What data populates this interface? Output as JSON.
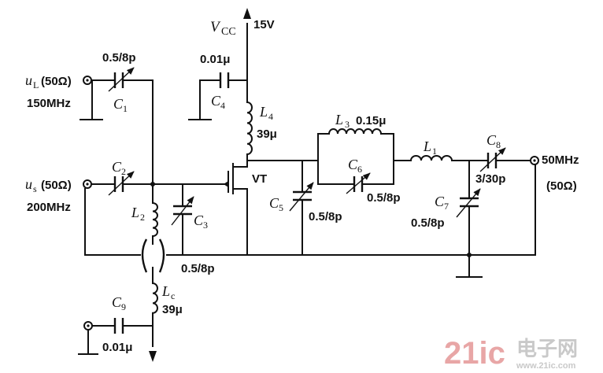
{
  "supply": {
    "symbol": "V",
    "sub": "CC",
    "value": "15V"
  },
  "inputs": {
    "lo": {
      "name": "u",
      "sub": "L",
      "imp": "(50Ω)",
      "freq": "150MHz"
    },
    "sig": {
      "name": "u",
      "sub": "s",
      "imp": "(50Ω)",
      "freq": "200MHz"
    }
  },
  "output": {
    "freq": "50MHz",
    "imp": "(50Ω)"
  },
  "components": {
    "C1": {
      "letter": "C",
      "num": "1",
      "value": "0.5/8p"
    },
    "C2": {
      "letter": "C",
      "num": "2"
    },
    "C3": {
      "letter": "C",
      "num": "3",
      "value": "0.5/8p"
    },
    "C4": {
      "letter": "C",
      "num": "4",
      "value": "0.01μ"
    },
    "C5": {
      "letter": "C",
      "num": "5",
      "value": "0.5/8p"
    },
    "C6": {
      "letter": "C",
      "num": "6",
      "value": "0.5/8p"
    },
    "C7": {
      "letter": "C",
      "num": "7",
      "value": "0.5/8p"
    },
    "C8": {
      "letter": "C",
      "num": "8",
      "value": "3/30p"
    },
    "C9": {
      "letter": "C",
      "num": "9",
      "value": "0.01μ"
    },
    "L1": {
      "letter": "L",
      "num": "1"
    },
    "L2": {
      "letter": "L",
      "num": "2"
    },
    "L3": {
      "letter": "L",
      "num": "3",
      "value": "0.15μ"
    },
    "L4": {
      "letter": "L",
      "num": "4",
      "value": "39μ"
    },
    "Lc": {
      "letter": "L",
      "num": "c",
      "value": "39μ"
    },
    "VT": {
      "label": "VT"
    }
  },
  "watermark": {
    "brand": "21ic",
    "cn": "电子网",
    "url": "www.21ic.com"
  }
}
